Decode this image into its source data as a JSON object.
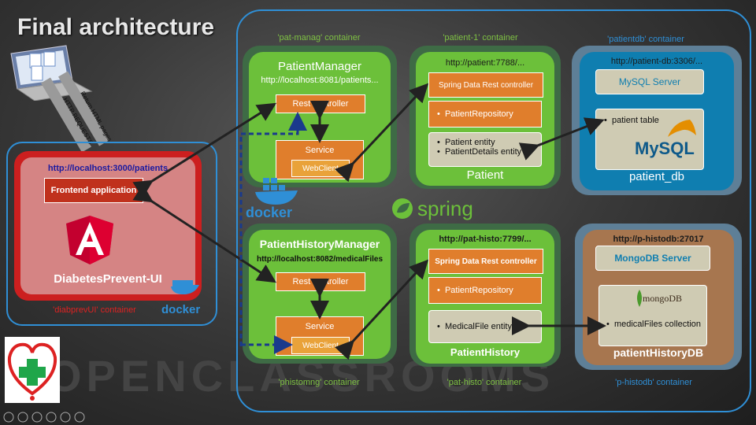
{
  "title": "Final architecture",
  "watermark": "OPENCLASSROOMS",
  "colors": {
    "container_border": "#2f8fd6",
    "service_green": "#6cc03a",
    "controller_orange": "#e07e2c",
    "db_blue": "#0f7eb0",
    "db_brown": "#a7764f",
    "angular_red": "#cc1f1f"
  },
  "client": {
    "request_label": "HTTP REQUESTS",
    "response_label": "Return HTML pages"
  },
  "ui": {
    "url": "http://localhost:3000/patients",
    "frontend": "Frontend application",
    "name": "DiabetesPrevent-UI",
    "container": "'diabprevUI' container",
    "docker": "docker"
  },
  "patient_manager": {
    "container": "'pat-manag' container",
    "title": "PatientManager",
    "url": "http://localhost:8081/patients...",
    "rest": "Rest controller",
    "service": "Service",
    "webclient": "WebClient",
    "docker": "docker"
  },
  "patient": {
    "container": "'patient-1' container",
    "url": "http://patient:7788/...",
    "rest": "Spring Data Rest controller",
    "repository": "PatientRepository",
    "entities": [
      "Patient entity",
      "PatientDetails entity"
    ],
    "name": "Patient"
  },
  "patientdb": {
    "container": "'patientdb' container",
    "url": "http://patient-db:3306/...",
    "server": "MySQL Server",
    "table": "patient table",
    "logo": "MySQL",
    "name": "patient_db"
  },
  "history_manager": {
    "title": "PatientHistoryManager",
    "url": "http://localhost:8082/medicalFiles",
    "rest": "Rest controller",
    "service": "Service",
    "webclient": "WebClient",
    "container": "'phistomng' container"
  },
  "patient_history": {
    "url": "http://pat-histo:7799/...",
    "rest": "Spring Data Rest controller",
    "repository": "PatientRepository",
    "entity": "MedicalFile entity",
    "name": "PatientHistory",
    "container": "'pat-histo' container"
  },
  "historydb": {
    "url": "http://p-histodb:27017",
    "server": "MongoDB Server",
    "logo": "mongoDB",
    "collection": "medicalFiles collection",
    "name": "patientHistoryDB",
    "container": "'p-histodb' container"
  },
  "spring": "spring"
}
